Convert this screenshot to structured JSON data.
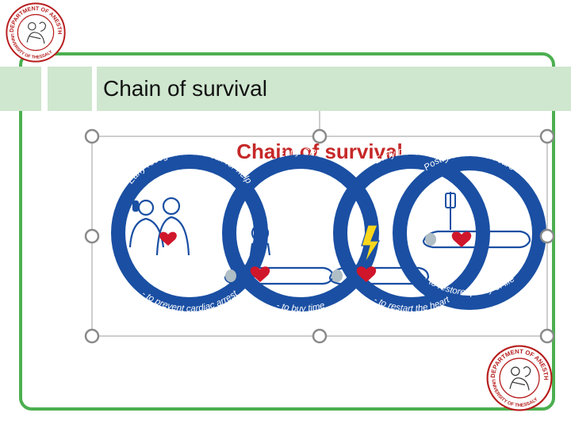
{
  "slide": {
    "title": "Chain of survival"
  },
  "logo": {
    "top_text": "DEPARTMENT OF ANESTHESIOLOGY",
    "bottom_text": "UNIVERSITY OF THESSALY"
  },
  "figure": {
    "heading": "Chain of survival",
    "links": [
      {
        "top": "Early recognition and call for help",
        "bottom": "- to prevent cardiac arrest"
      },
      {
        "top": "Early CPR",
        "bottom": "- to buy time"
      },
      {
        "top": "Early Defibrillation",
        "bottom": "- to restart the heart"
      },
      {
        "top": "Post resuscitation care",
        "bottom": "- to restore quality of life"
      }
    ]
  },
  "colors": {
    "frame": "#4caf50",
    "title_bar": "#cfe6cf",
    "chain_blue": "#1a4fa3",
    "heart_red": "#d0162b",
    "heading_red": "#c62828"
  }
}
